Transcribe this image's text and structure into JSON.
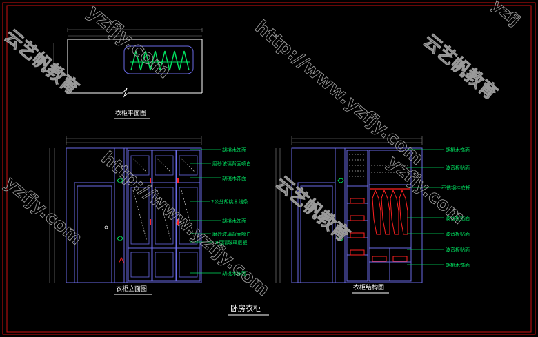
{
  "plan": {
    "title": "衣柜平面图"
  },
  "front": {
    "title": "衣柜立面图",
    "notes": [
      "胡桃木饰面",
      "磨砂玻璃背面喷白",
      "胡桃木饰面",
      "2公分胡桃木线条",
      "胡桃木饰面",
      "磨砂玻璃背面喷白",
      "8厘清玻璃层板",
      "胡桃木饰面"
    ]
  },
  "structure": {
    "title": "衣柜结构图",
    "notes": [
      "胡桃木饰面",
      "波音板贴面",
      "不锈钢挂衣杆",
      "波音板贴面",
      "波音板贴面",
      "波音板贴面",
      "胡桃木饰面"
    ]
  },
  "sheet": {
    "title": "卧房衣柜"
  },
  "watermarks": {
    "brand": "云艺帆教育",
    "url": "http://www.yzfjy.com",
    "domain": "yzfjy.com",
    "fragment": "yzfj"
  },
  "colors": {
    "background": "#000000",
    "frame": "#d01010",
    "outline": "#ffffff",
    "cabinet": "#6a6ae6",
    "leader": "#00e060",
    "accent": "#ff2020",
    "watermark": "#9a9a9a"
  }
}
